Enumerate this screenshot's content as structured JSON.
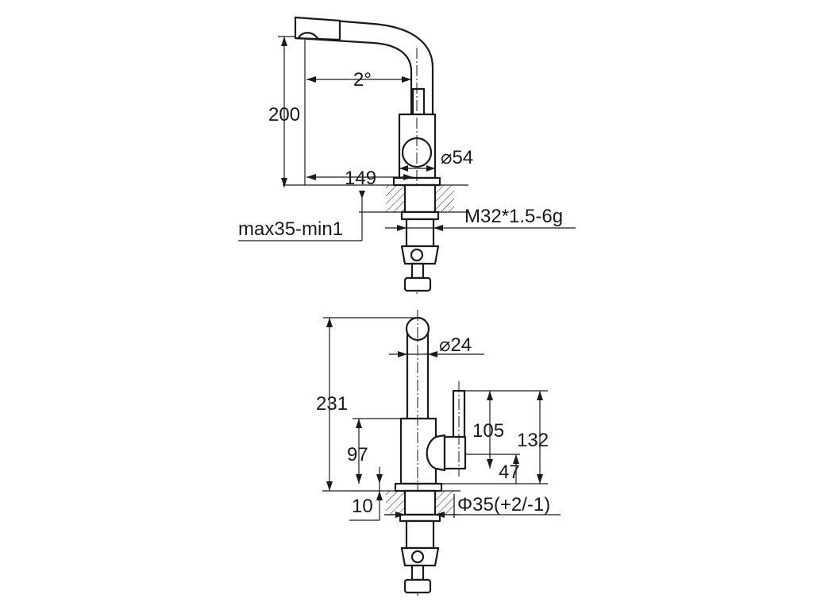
{
  "diagram": {
    "top_view": {
      "spout_height": "200",
      "swivel_angle": "2°",
      "body_diameter": "⌀54",
      "reach": "149",
      "mount_thickness": "max35-min1",
      "thread": "M32*1.5-6g"
    },
    "front_view": {
      "lever_diameter": "⌀24",
      "total_height": "231",
      "handle_top": "105",
      "handle_total": "132",
      "body_height": "97",
      "handle_offset": "47",
      "base_thickness": "10",
      "hole_diameter": "Φ35(+2/-1)"
    }
  }
}
